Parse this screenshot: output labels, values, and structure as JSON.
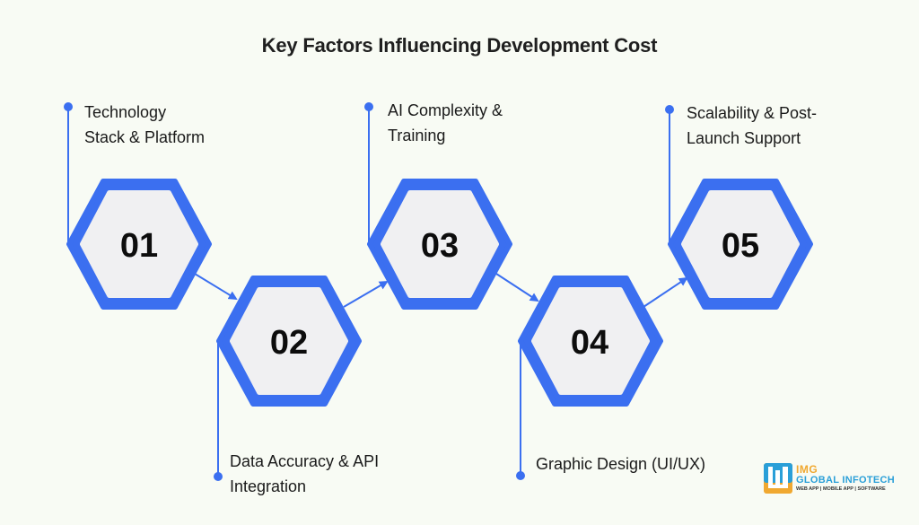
{
  "title": "Key Factors Influencing Development Cost",
  "colors": {
    "accent": "#3b6ff0",
    "hex_fill": "#f0f0f2",
    "background": "#f8fbf4",
    "text": "#1a1a1a",
    "logo_orange": "#f0a830",
    "logo_blue": "#2a9fd8"
  },
  "steps": [
    {
      "number": "01",
      "line1": "Technology",
      "line2": "Stack & Platform",
      "position": "top"
    },
    {
      "number": "02",
      "line1": "Data Accuracy & API",
      "line2": "Integration",
      "position": "bottom"
    },
    {
      "number": "03",
      "line1": "AI Complexity &",
      "line2": "Training",
      "position": "top"
    },
    {
      "number": "04",
      "line1": "Graphic Design (UI/UX)",
      "line2": "",
      "position": "bottom"
    },
    {
      "number": "05",
      "line1": "Scalability & Post-",
      "line2": "Launch Support",
      "position": "top"
    }
  ],
  "logo": {
    "brand": "IMG",
    "name": "GLOBAL INFOTECH",
    "tagline": "WEB APP | MOBILE APP | SOFTWARE"
  }
}
